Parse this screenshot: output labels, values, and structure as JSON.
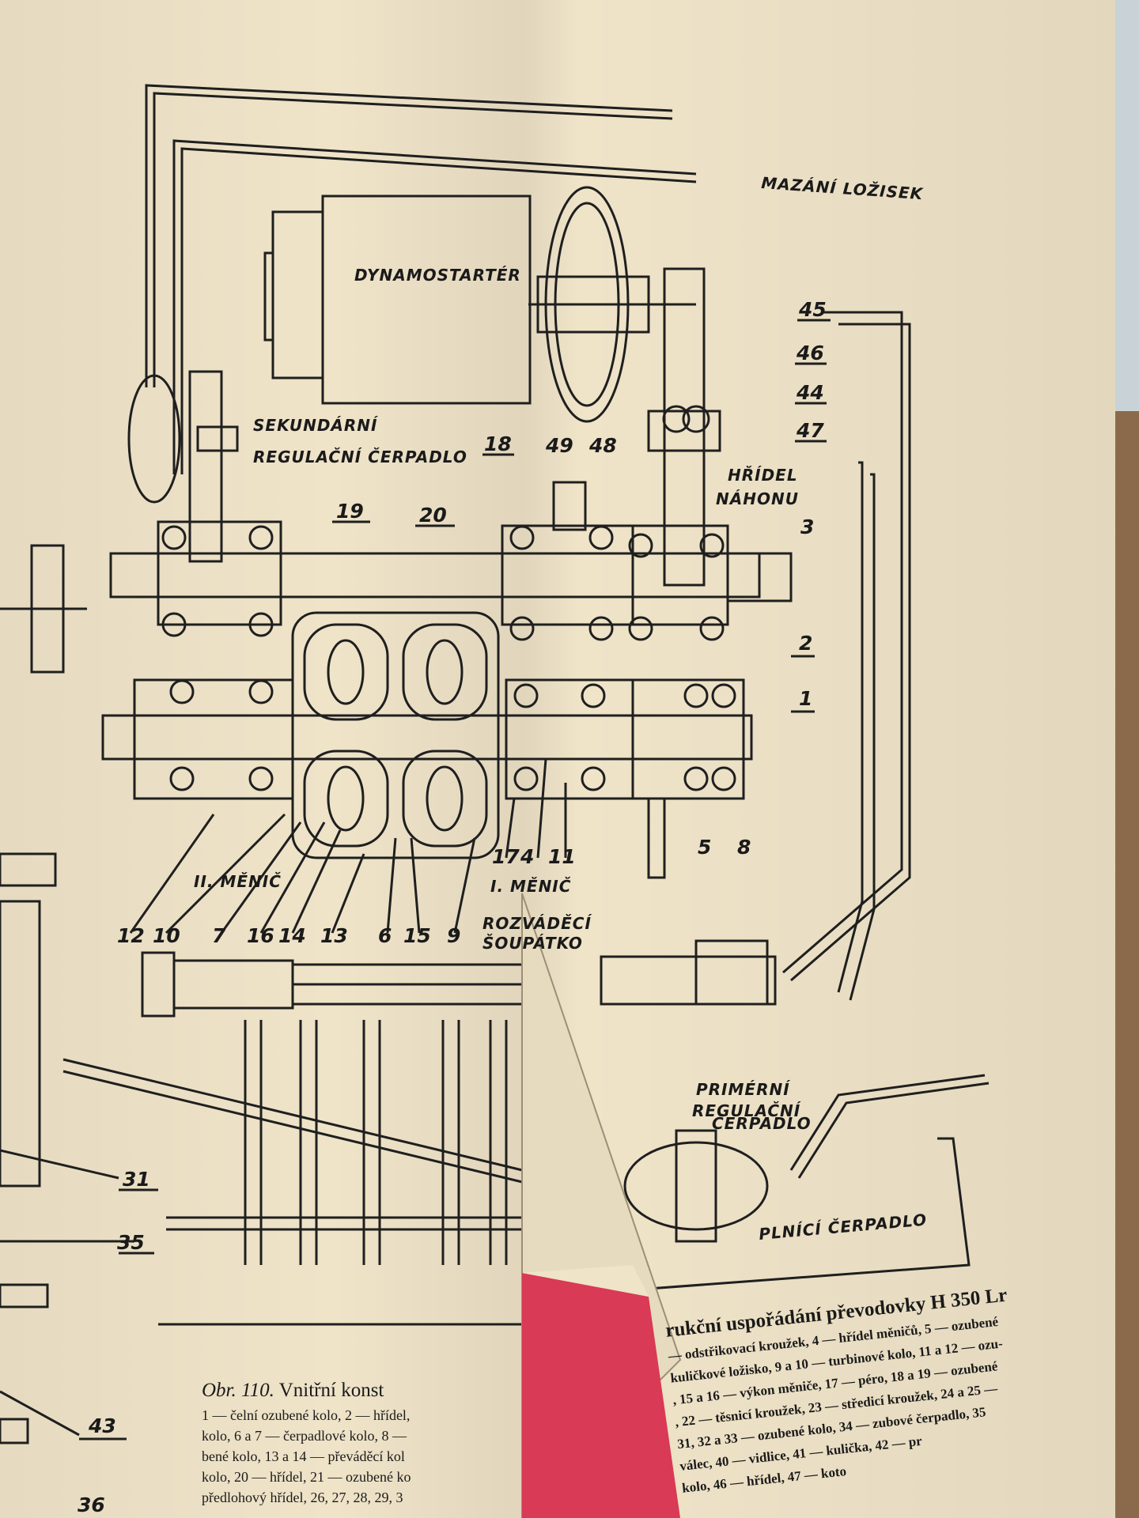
{
  "diagram": {
    "labels": {
      "lubrication": "MAZÁNÍ LOŽISEK",
      "dynamostarter": "DYNAMOSTARTÉR",
      "secondary_pump_1": "SEKUNDÁRNÍ",
      "secondary_pump_2": "REGULAČNÍ ČERPADLO",
      "drive_shaft_1": "HŘÍDEL",
      "drive_shaft_2": "NÁHONU",
      "converter_2": "II. MĚNIČ",
      "converter_1": "I. MĚNIČ",
      "slide_valve_1": "ROZVÁDĚCÍ",
      "slide_valve_2": "ŠOUPÁTKO",
      "primary_pump_1": "PRIMÉRNÍ",
      "primary_pump_2": "REGULAČNÍ",
      "primary_pump_3": "ČERPADLO",
      "filling_pump": "PLNÍCÍ ČERPADLO"
    },
    "numbers": {
      "n45": "45",
      "n46": "46",
      "n44": "44",
      "n47": "47",
      "n49": "49",
      "n48": "48",
      "n18": "18",
      "n19": "19",
      "n20": "20",
      "n3": "3",
      "n2": "2",
      "n1": "1",
      "n5": "5",
      "n8": "8",
      "n17": "17",
      "n4": "4",
      "n11": "11",
      "n12": "12",
      "n10": "10",
      "n7": "7",
      "n16": "16",
      "n14": "14",
      "n13": "13",
      "n6": "6",
      "n15": "15",
      "n9": "9",
      "n31": "31",
      "n35": "35",
      "n43": "43",
      "n36": "36"
    }
  },
  "caption_left": {
    "prefix": "Obr. 110.",
    "title": "Vnitřní konst",
    "lines": [
      "1 — čelní ozubené kolo, 2 — hřídel,",
      "kolo, 6 a 7 — čerpadlové kolo, 8 —",
      "bené kolo, 13 a 14 — převáděcí kol",
      "kolo, 20 — hřídel, 21 — ozubené ko",
      "předlohový hřídel, 26, 27, 28, 29, 3"
    ]
  },
  "caption_right": {
    "title": "rukční uspořádání převodovky H 350 Lr",
    "lines": [
      "— odstřikovací kroužek, 4 — hřídel měničů, 5 — ozubené",
      "kuličkové ložisko, 9 a 10 — turbinové kolo, 11 a 12 — ozu-",
      ", 15 a 16 — výkon měniče, 17 — péro, 18 a 19 — ozubené",
      ", 22 — těsnicí kroužek, 23 — středicí kroužek, 24 a 25 —",
      "31, 32 a 33 — ozubené kolo, 34 — zubové čerpadlo, 35",
      "válec, 40 — vidlice, 41 — kulička, 42 — pr",
      "kolo, 46 — hřídel, 47 — koto"
    ]
  }
}
